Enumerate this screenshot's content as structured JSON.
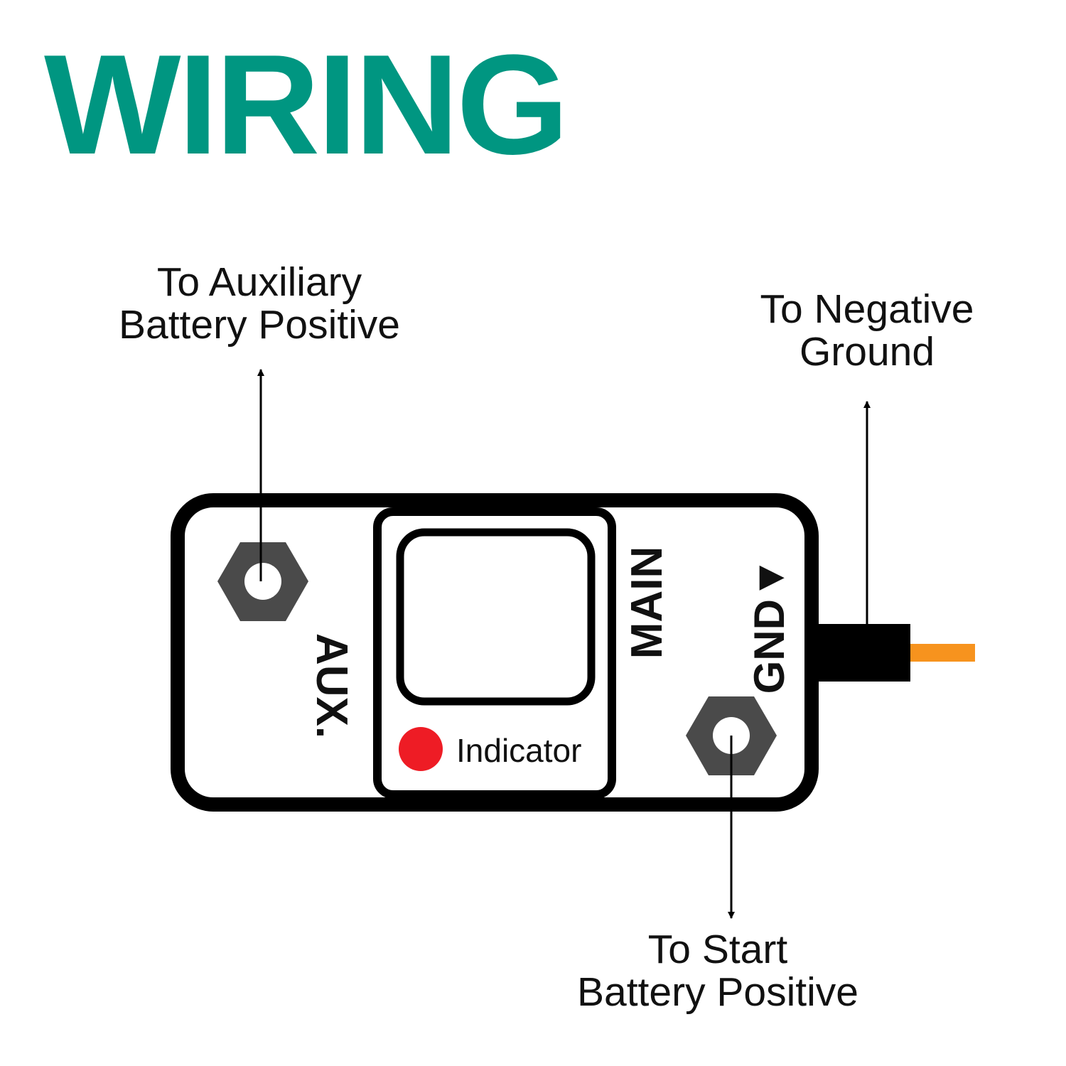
{
  "title": "WIRING",
  "colors": {
    "title": "#009681",
    "outline": "#000000",
    "nut": "#4a4a4a",
    "indicator_light": "#ee1c25",
    "ground_wire": "#f7931e"
  },
  "callouts": {
    "aux": {
      "line1": "To Auxiliary",
      "line2": "Battery Positive"
    },
    "ground": {
      "line1": "To Negative",
      "line2": "Ground"
    },
    "start": {
      "line1": "To Start",
      "line2": "Battery Positive"
    }
  },
  "device": {
    "aux_label": "AUX.",
    "main_label": "MAIN",
    "gnd_label": "GND▼",
    "indicator_label": "Indicator"
  },
  "icons": {
    "aux_terminal": "hex-nut-icon",
    "main_terminal": "hex-nut-icon",
    "indicator": "red-led-icon"
  }
}
